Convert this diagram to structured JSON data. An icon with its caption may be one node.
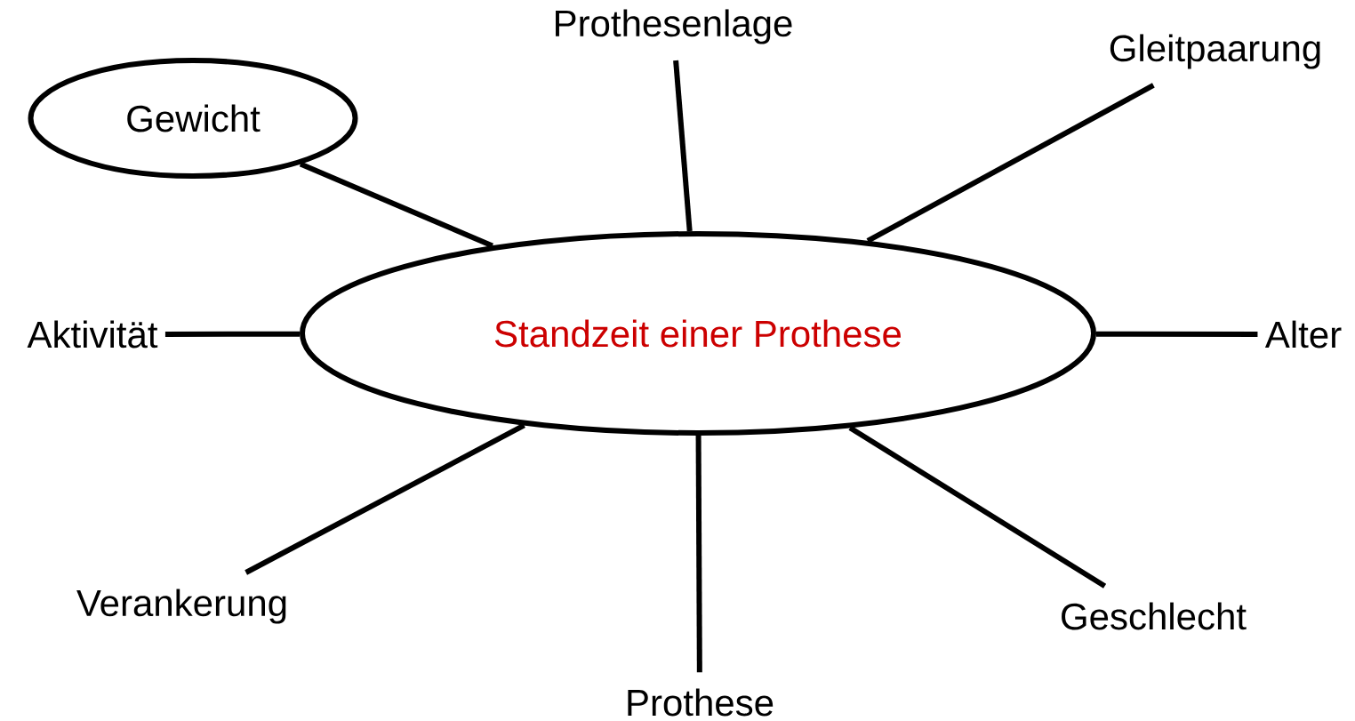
{
  "diagram": {
    "nodes": [
      {
        "text": [
          "Prothesenlage"
        ]
      },
      {
        "text": [
          "Gleitpaarung"
        ]
      },
      {
        "text": [
          "Gewicht"
        ]
      },
      {
        "text": [
          "Aktivität"
        ]
      },
      {
        "text": [
          "Standzeit einer Prothese"
        ]
      },
      {
        "text": [
          "Alter"
        ]
      },
      {
        "text": [
          "Verankerung"
        ]
      },
      {
        "text": [
          "Geschlecht"
        ]
      },
      {
        "text": [
          "Prothese"
        ]
      }
    ],
    "edges": [
      {
        "from": 0,
        "to": 4,
        "arrow": "none"
      },
      {
        "from": 1,
        "to": 4,
        "arrow": "none"
      },
      {
        "from": 2,
        "to": 4,
        "arrow": "none"
      },
      {
        "from": 3,
        "to": 4,
        "arrow": "none"
      },
      {
        "from": 5,
        "to": 4,
        "arrow": "none"
      },
      {
        "from": 6,
        "to": 4,
        "arrow": "none"
      },
      {
        "from": 7,
        "to": 4,
        "arrow": "none"
      },
      {
        "from": 8,
        "to": 4,
        "arrow": "none"
      }
    ]
  }
}
